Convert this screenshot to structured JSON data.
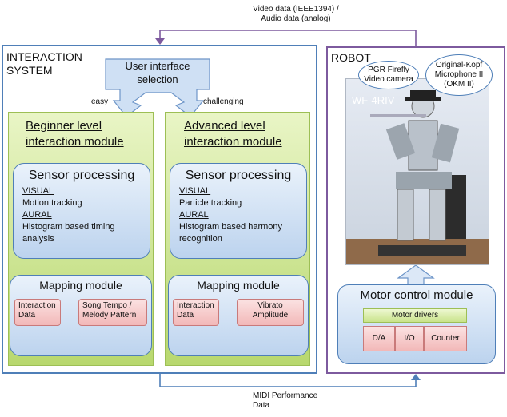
{
  "top_link": {
    "line1": "Video data (IEEE1394) /",
    "line2": "Audio data (analog)"
  },
  "bottom_link": {
    "line1": "MIDI Performance",
    "line2": "Data"
  },
  "interaction_system": {
    "title_line1": "INTERACTION",
    "title_line2": "SYSTEM"
  },
  "user_interface": {
    "line1": "User interface",
    "line2": "selection"
  },
  "branches": {
    "left": "easy",
    "right": "challenging"
  },
  "beginner": {
    "title_line1": "Beginner level",
    "title_line2": "interaction module",
    "sensor": {
      "title": "Sensor processing",
      "visual_label": "VISUAL",
      "visual_text": "Motion tracking",
      "aural_label": "AURAL",
      "aural_line1": "Histogram based timing",
      "aural_line2": "analysis"
    },
    "mapping": {
      "title": "Mapping module",
      "input_line1": "Interaction",
      "input_line2": "Data",
      "output_line1": "Song Tempo /",
      "output_line2": "Melody Pattern"
    }
  },
  "advanced": {
    "title_line1": "Advanced level",
    "title_line2": "interaction module",
    "sensor": {
      "title": "Sensor processing",
      "visual_label": "VISUAL",
      "visual_text": "Particle tracking",
      "aural_label": "AURAL",
      "aural_line1": "Histogram based harmony",
      "aural_line2": "recognition"
    },
    "mapping": {
      "title": "Mapping module",
      "input_line1": "Interaction",
      "input_line2": "Data",
      "output_line1": "Vibrato",
      "output_line2": "Amplitude"
    }
  },
  "robot": {
    "title": "ROBOT",
    "camera_line1": "PGR Firefly",
    "camera_line2": "Video camera",
    "mic_line1": "Original-Kopf",
    "mic_line2": "Microphone II",
    "mic_line3": "(OKM II)",
    "photo_label": "WF-4RIV",
    "motor_title": "Motor control module",
    "drivers_label": "Motor drivers",
    "cells": [
      "D/A",
      "I/O",
      "Counter"
    ]
  },
  "colors": {
    "system_border": "#4f7fb8",
    "robot_border": "#7d5a9e",
    "module_green": "#b8d86e",
    "data_pink": "#f2b8b8"
  }
}
